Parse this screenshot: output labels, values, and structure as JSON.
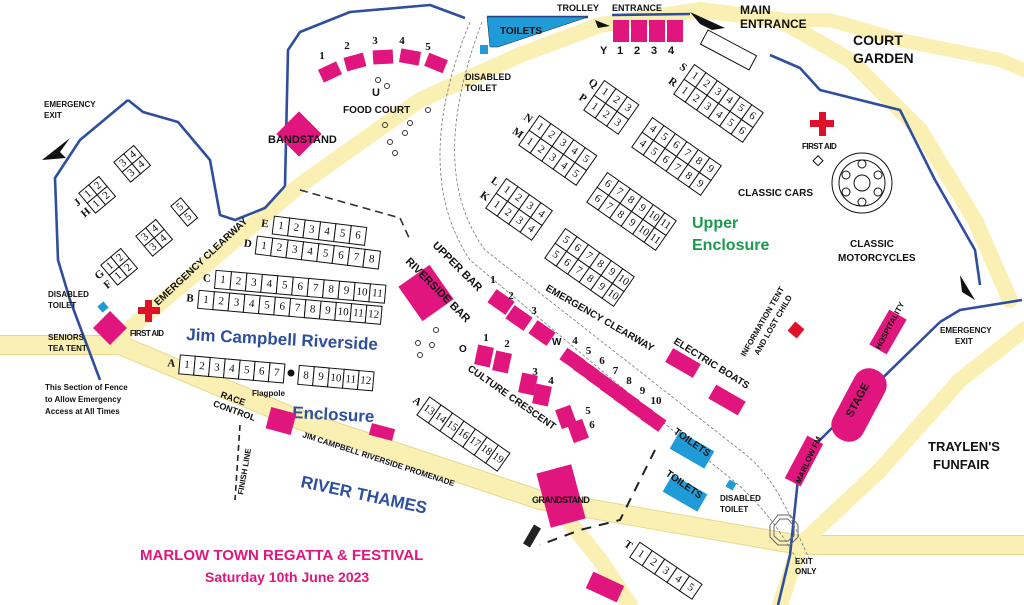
{
  "title": {
    "line1": "MARLOW TOWN REGATTA & FESTIVAL",
    "line2": "Saturday 10th June 2023"
  },
  "colors": {
    "road": "#fbf0b4",
    "fence": "#2f4f9e",
    "stall": "#e0157d",
    "toilet": "#1f9bd7",
    "upper_enclosure": "#1a9a4a",
    "first_aid": "#e0102a"
  },
  "labels": {
    "trolley": "TROLLEY",
    "entrance": "ENTRANCE",
    "main_entrance": [
      "MAIN",
      "ENTRANCE"
    ],
    "court_garden": [
      "COURT",
      "GARDEN"
    ],
    "toilets_top": "TOILETS",
    "disabled_toilet_top": [
      "DISABLED",
      "TOILET"
    ],
    "food_court": "FOOD COURT",
    "food_court_row": "U",
    "bandstand": "BANDSTAND",
    "emergency_exit_left": [
      "EMERGENCY",
      "EXIT"
    ],
    "emergency_clearway_left": "EMERGENCY CLEARWAY",
    "disabled_toilet_left": [
      "DISABLED",
      "TOILET"
    ],
    "seniors_tea_tent": [
      "SENIORS",
      "TEA TENT"
    ],
    "first_aid_left": "FIRST AID",
    "first_aid_right": "FIRST AID",
    "fence_note": [
      "This Section of Fence",
      "to Allow Emergency",
      "Access at All Times"
    ],
    "race_control": [
      "RACE",
      "CONTROL"
    ],
    "finish_line": "FINISH LINE",
    "promenade": "JIM CAMPBELL RIVERSIDE PROMENADE",
    "river": "RIVER THAMES",
    "riverside_enclosure": [
      "Jim Campbell Riverside",
      "Enclosure"
    ],
    "flagpole": "Flagpole",
    "upper_bar": "UPPER BAR",
    "riverside_bar": "RIVERSIDE BAR",
    "emergency_clearway_mid": "EMERGENCY CLEARWAY",
    "culture_crescent": "CULTURE CRESCENT",
    "row_w": "W",
    "row_o": "O",
    "electric_boats": "ELECTRIC BOATS",
    "toilets_a": "TOILETS",
    "toilets_b": "TOILETS",
    "disabled_toilet_bottom": [
      "DISABLED",
      "TOILET"
    ],
    "grandstand": "GRANDSTAND",
    "exit_only": [
      "EXIT",
      "ONLY"
    ],
    "traylens": [
      "TRAYLEN'S",
      "FUNFAIR"
    ],
    "emergency_exit_right": [
      "EMERGENCY",
      "EXIT"
    ],
    "hospitality": "HOSPITALITY",
    "stage": "STAGE",
    "marlow_fm": "MARLOW FM",
    "information_tent": [
      "INFORMATION TENT",
      "AND LOST CHILD"
    ],
    "classic_cars": "CLASSIC CARS",
    "classic_motorcycles": [
      "CLASSIC",
      "MOTORCYCLES"
    ],
    "upper_enclosure": [
      "Upper",
      "Enclosure"
    ]
  },
  "food_court_stalls": [
    "1",
    "2",
    "3",
    "4",
    "5"
  ],
  "entrance_stalls": [
    "Y",
    "1",
    "2",
    "3",
    "4"
  ],
  "w_stalls": [
    "1",
    "2",
    "3",
    "4",
    "5",
    "6",
    "7",
    "8",
    "9",
    "10"
  ],
  "o_stalls": [
    "1",
    "2",
    "3",
    "4",
    "5",
    "6"
  ],
  "stall_blocks": [
    {
      "row_labels": [
        "J",
        "H"
      ],
      "rows": [
        [
          "1",
          "2"
        ],
        [
          "1",
          "2"
        ]
      ]
    },
    {
      "row_labels": [
        "",
        ""
      ],
      "rows": [
        [
          "3",
          "4"
        ],
        [
          "3",
          "4"
        ]
      ]
    },
    {
      "row_labels": [
        "",
        ""
      ],
      "rows": [
        [
          "5"
        ],
        [
          "5"
        ]
      ]
    },
    {
      "row_labels": [
        "",
        ""
      ],
      "rows": [
        [
          "3",
          "4"
        ],
        [
          "3",
          "4"
        ]
      ]
    },
    {
      "row_labels": [
        "G",
        "F"
      ],
      "rows": [
        [
          "1",
          "2"
        ],
        [
          "1",
          "2"
        ]
      ]
    },
    {
      "row_labels": [
        "E"
      ],
      "rows": [
        [
          "1",
          "2",
          "3",
          "4",
          "5",
          "6"
        ]
      ]
    },
    {
      "row_labels": [
        "D"
      ],
      "rows": [
        [
          "1",
          "2",
          "3",
          "4",
          "5",
          "6",
          "7",
          "8"
        ]
      ]
    },
    {
      "row_labels": [
        "C"
      ],
      "rows": [
        [
          "1",
          "2",
          "3",
          "4",
          "5",
          "6",
          "7",
          "8",
          "9",
          "10",
          "11"
        ]
      ]
    },
    {
      "row_labels": [
        "B"
      ],
      "rows": [
        [
          "1",
          "2",
          "3",
          "4",
          "5",
          "6",
          "7",
          "8",
          "9",
          "10",
          "11",
          "12"
        ]
      ]
    },
    {
      "row_labels": [
        "A"
      ],
      "rows": [
        [
          "1",
          "2",
          "3",
          "4",
          "5",
          "6",
          "7"
        ]
      ]
    },
    {
      "row_labels": [
        ""
      ],
      "rows": [
        [
          "8",
          "9",
          "10",
          "11",
          "12"
        ]
      ]
    },
    {
      "row_labels": [
        "A"
      ],
      "rows": [
        [
          "13",
          "14",
          "15",
          "16",
          "17",
          "18",
          "19"
        ]
      ]
    },
    {
      "row_labels": [
        "Q",
        "P"
      ],
      "rows": [
        [
          "1",
          "2",
          "3"
        ],
        [
          "1",
          "2",
          "3"
        ]
      ]
    },
    {
      "row_labels": [
        "S",
        "R"
      ],
      "rows": [
        [
          "1",
          "2",
          "3",
          "4",
          "5",
          "6"
        ],
        [
          "1",
          "2",
          "3",
          "4",
          "5",
          "6"
        ]
      ]
    },
    {
      "row_labels": [
        "N",
        "M"
      ],
      "rows": [
        [
          "1",
          "2",
          "3",
          "4",
          "5"
        ],
        [
          "1",
          "2",
          "3",
          "4",
          "5"
        ]
      ]
    },
    {
      "row_labels": [
        "",
        ""
      ],
      "rows": [
        [
          "4",
          "5",
          "6",
          "7",
          "8",
          "9"
        ],
        [
          "4",
          "5",
          "6",
          "7",
          "8",
          "9"
        ]
      ]
    },
    {
      "row_labels": [
        "L",
        "K"
      ],
      "rows": [
        [
          "1",
          "2",
          "3",
          "4"
        ],
        [
          "1",
          "2",
          "3",
          "4"
        ]
      ]
    },
    {
      "row_labels": [
        "",
        ""
      ],
      "rows": [
        [
          "6",
          "7",
          "8",
          "9",
          "10",
          "11"
        ],
        [
          "6",
          "7",
          "8",
          "9",
          "10",
          "11"
        ]
      ]
    },
    {
      "row_labels": [
        "",
        ""
      ],
      "rows": [
        [
          "5",
          "6",
          "7",
          "8",
          "9",
          "10"
        ],
        [
          "5",
          "6",
          "7",
          "8",
          "9",
          "10"
        ]
      ]
    },
    {
      "row_labels": [
        "T"
      ],
      "rows": [
        [
          "1",
          "2",
          "3",
          "4",
          "5"
        ]
      ]
    }
  ]
}
